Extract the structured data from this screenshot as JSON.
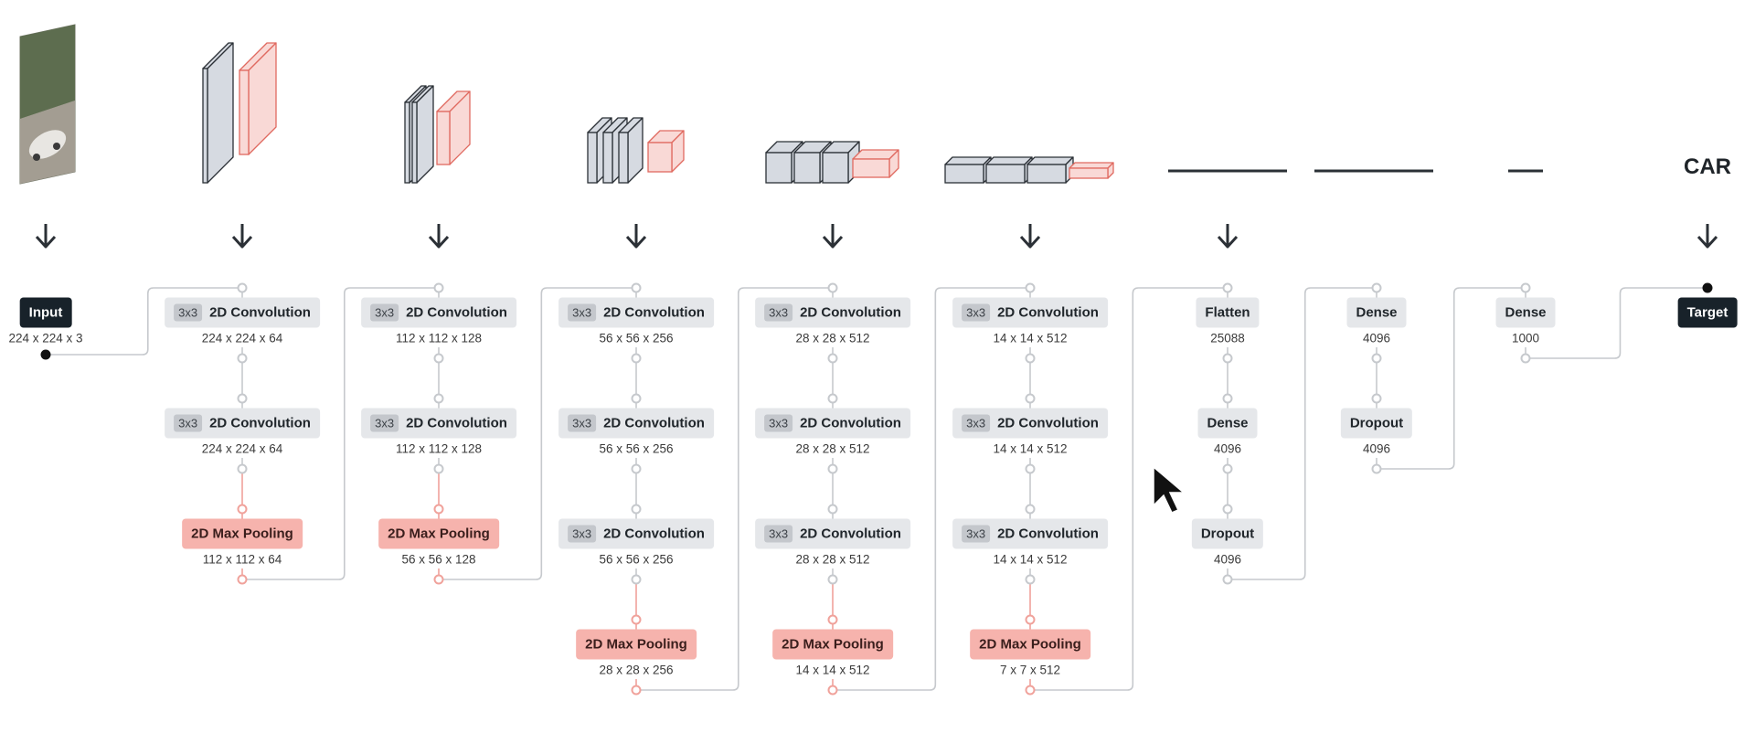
{
  "input": {
    "label": "Input",
    "dims": "224 x 224 x 3"
  },
  "target": {
    "label": "Target",
    "prediction": "CAR"
  },
  "kernel_label": "3x3",
  "blocks": [
    {
      "layers": [
        {
          "type": "conv",
          "label": "2D Convolution",
          "dims": "224 x 224 x 64"
        },
        {
          "type": "conv",
          "label": "2D Convolution",
          "dims": "224 x 224 x 64"
        },
        {
          "type": "pool",
          "label": "2D Max Pooling",
          "dims": "112 x 112 x 64"
        }
      ]
    },
    {
      "layers": [
        {
          "type": "conv",
          "label": "2D Convolution",
          "dims": "112 x 112 x 128"
        },
        {
          "type": "conv",
          "label": "2D Convolution",
          "dims": "112 x 112 x 128"
        },
        {
          "type": "pool",
          "label": "2D Max Pooling",
          "dims": "56 x 56 x 128"
        }
      ]
    },
    {
      "layers": [
        {
          "type": "conv",
          "label": "2D Convolution",
          "dims": "56 x 56 x 256"
        },
        {
          "type": "conv",
          "label": "2D Convolution",
          "dims": "56 x 56 x 256"
        },
        {
          "type": "conv",
          "label": "2D Convolution",
          "dims": "56 x 56 x 256"
        },
        {
          "type": "pool",
          "label": "2D Max Pooling",
          "dims": "28 x 28 x 256"
        }
      ]
    },
    {
      "layers": [
        {
          "type": "conv",
          "label": "2D Convolution",
          "dims": "28 x 28 x 512"
        },
        {
          "type": "conv",
          "label": "2D Convolution",
          "dims": "28 x 28 x 512"
        },
        {
          "type": "conv",
          "label": "2D Convolution",
          "dims": "28 x 28 x 512"
        },
        {
          "type": "pool",
          "label": "2D Max Pooling",
          "dims": "14 x 14 x 512"
        }
      ]
    },
    {
      "layers": [
        {
          "type": "conv",
          "label": "2D Convolution",
          "dims": "14 x 14 x 512"
        },
        {
          "type": "conv",
          "label": "2D Convolution",
          "dims": "14 x 14 x 512"
        },
        {
          "type": "conv",
          "label": "2D Convolution",
          "dims": "14 x 14 x 512"
        },
        {
          "type": "pool",
          "label": "2D Max Pooling",
          "dims": "7 x 7 x 512"
        }
      ]
    },
    {
      "layers": [
        {
          "type": "simple",
          "label": "Flatten",
          "dims": "25088"
        },
        {
          "type": "simple",
          "label": "Dense",
          "dims": "4096"
        },
        {
          "type": "simple",
          "label": "Dropout",
          "dims": "4096"
        }
      ]
    },
    {
      "layers": [
        {
          "type": "simple",
          "label": "Dense",
          "dims": "4096"
        },
        {
          "type": "simple",
          "label": "Dropout",
          "dims": "4096"
        }
      ]
    },
    {
      "layers": [
        {
          "type": "simple",
          "label": "Dense",
          "dims": "1000"
        }
      ]
    }
  ],
  "colors": {
    "conv": "#e5e7ea",
    "pool": "#f6b3ad",
    "io": "#18222a",
    "connector": "#c6c9cd",
    "pool_connector": "#f0a29b",
    "cube_face": "#d6dae1",
    "cube_stroke": "#2b3036",
    "filter_face": "#f9d9d6",
    "filter_stroke": "#e06a60"
  }
}
